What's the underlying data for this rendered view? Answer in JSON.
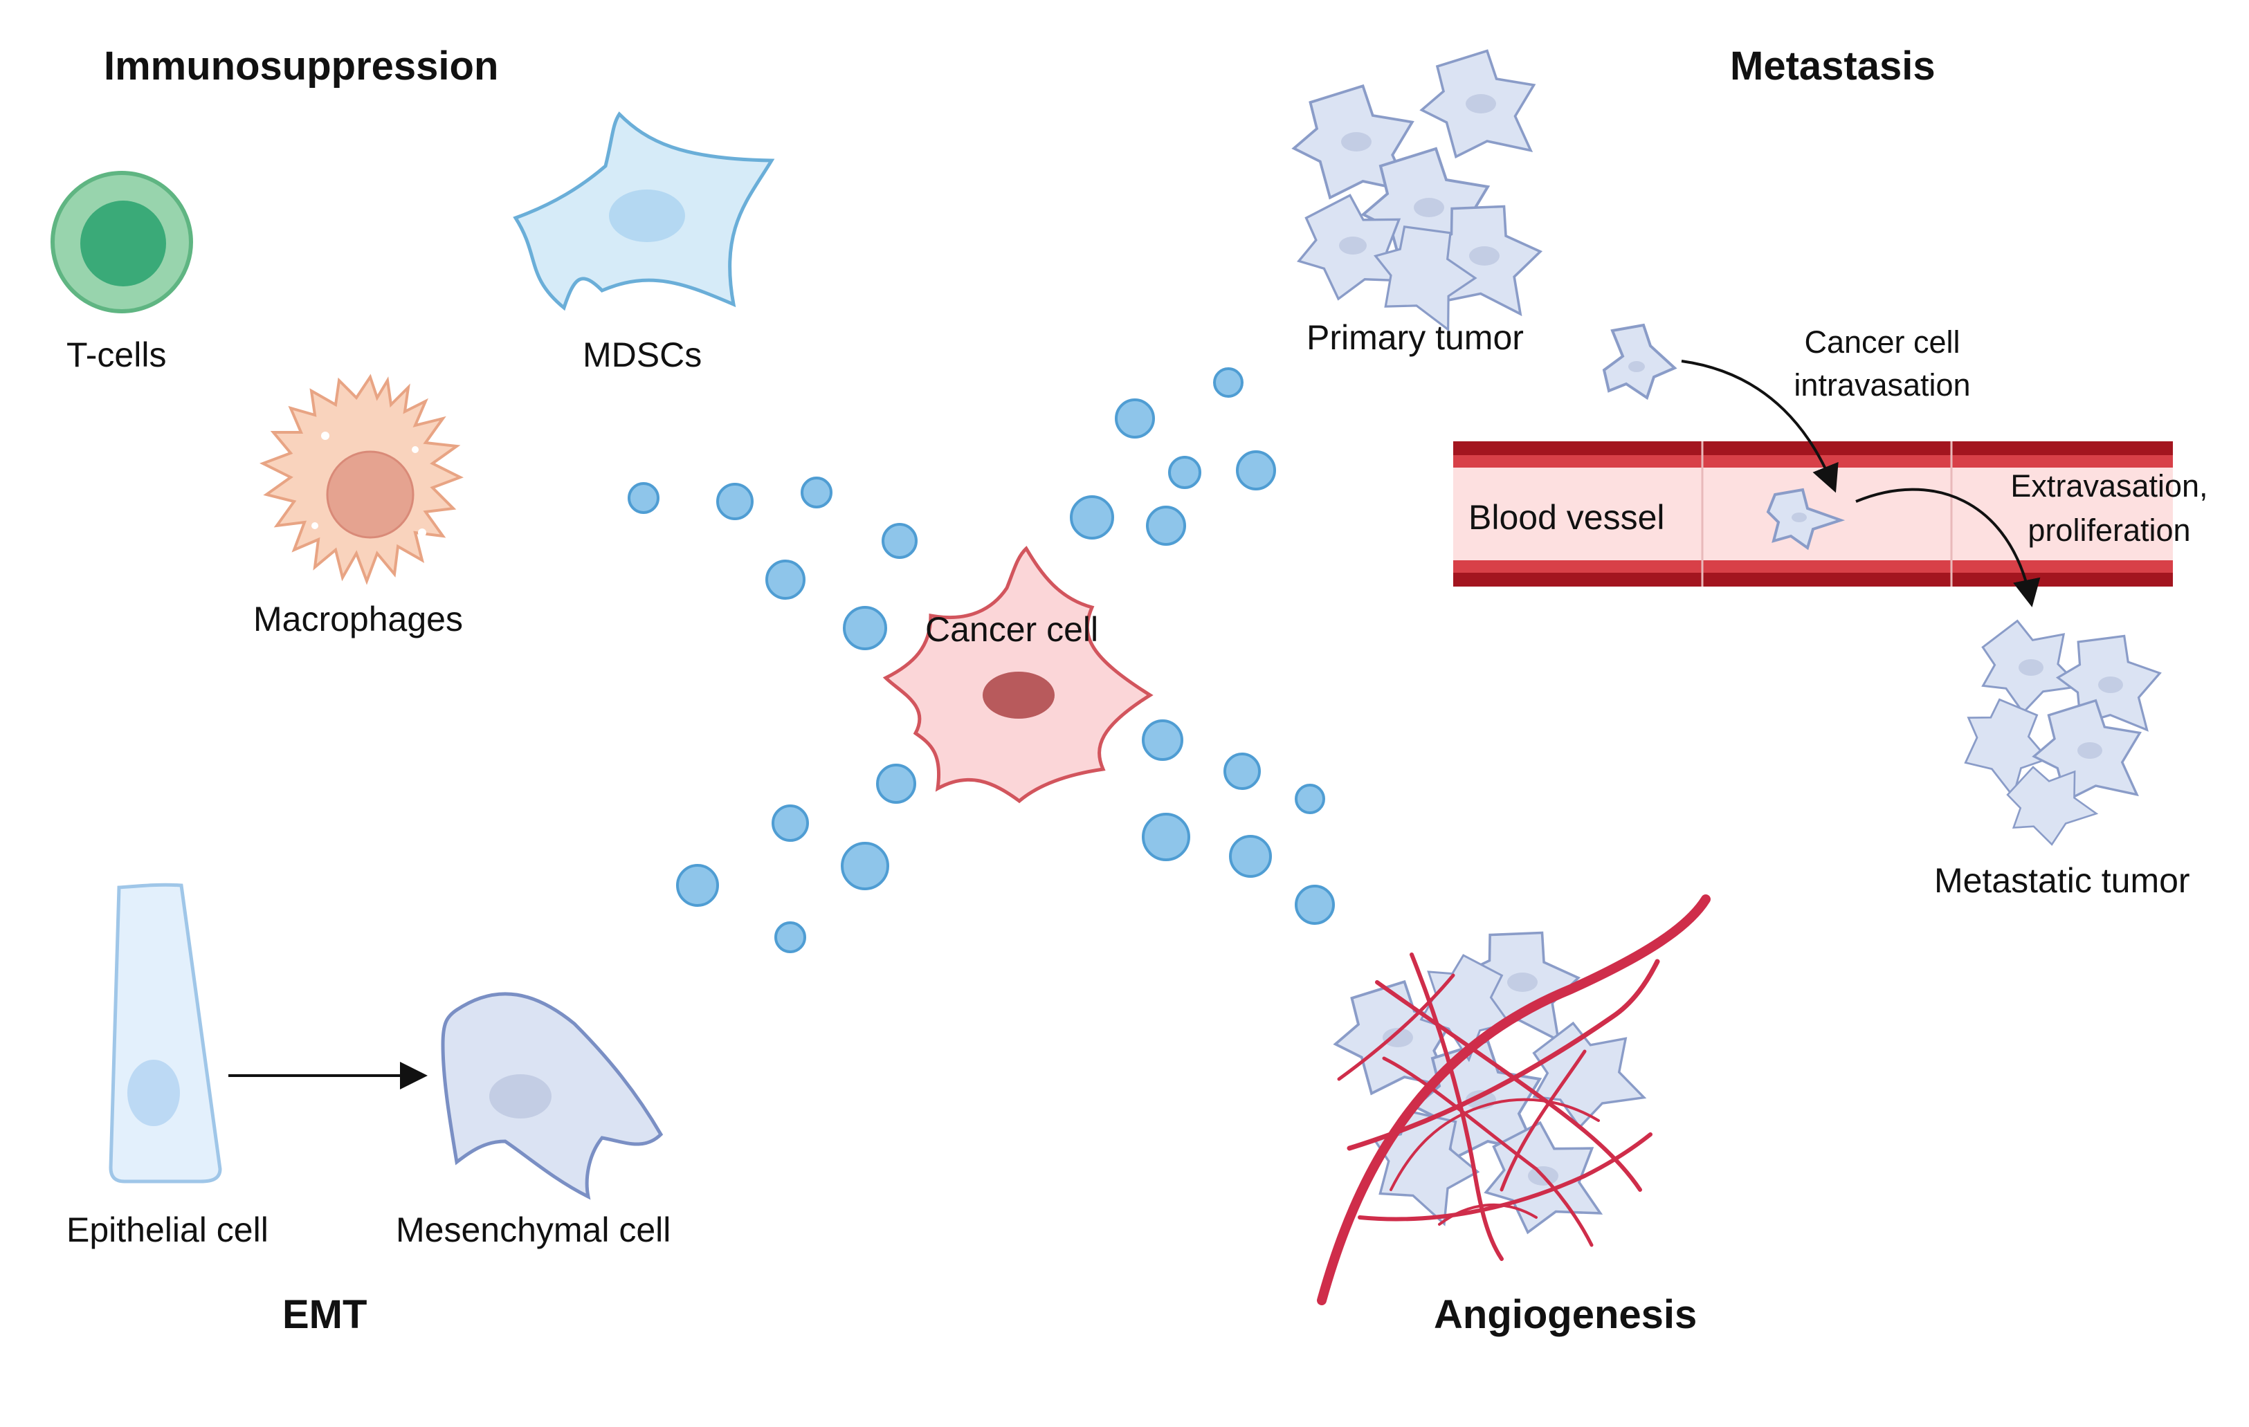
{
  "sections": {
    "immunosuppression": "Immunosuppression",
    "metastasis": "Metastasis",
    "emt": "EMT",
    "angiogenesis": "Angiogenesis"
  },
  "cells": {
    "t_cells": "T-cells",
    "mdscs": "MDSCs",
    "macrophages": "Macrophages",
    "cancer_cell": "Cancer cell",
    "primary_tumor": "Primary tumor",
    "metastatic_tumor": "Metastatic tumor",
    "epithelial_cell": "Epithelial cell",
    "mesenchymal_cell": "Mesenchymal cell"
  },
  "vessel": {
    "label": "Blood vessel",
    "intravasation_line1": "Cancer cell",
    "intravasation_line2": "intravasation",
    "extravasation_line1": "Extravasation,",
    "extravasation_line2": "proliferation"
  },
  "colors": {
    "tcell_outer": "#98d4ad",
    "tcell_inner": "#3aaa78",
    "mdsc_fill": "#d6ebf8",
    "macrophage_fill": "#f9d3bd",
    "macrophage_nucleus": "#e5a390",
    "cancer_fill": "#fbd6d8",
    "cancer_nucleus": "#b85a5c",
    "tumor_fill": "#dbe3f3",
    "tumor_stroke": "#8a9cc8",
    "vessel_dark": "#a3151f",
    "vessel_light": "#fde0e0",
    "signal_dot": "#8ec5ea",
    "angio_red": "#cf2d4a"
  }
}
